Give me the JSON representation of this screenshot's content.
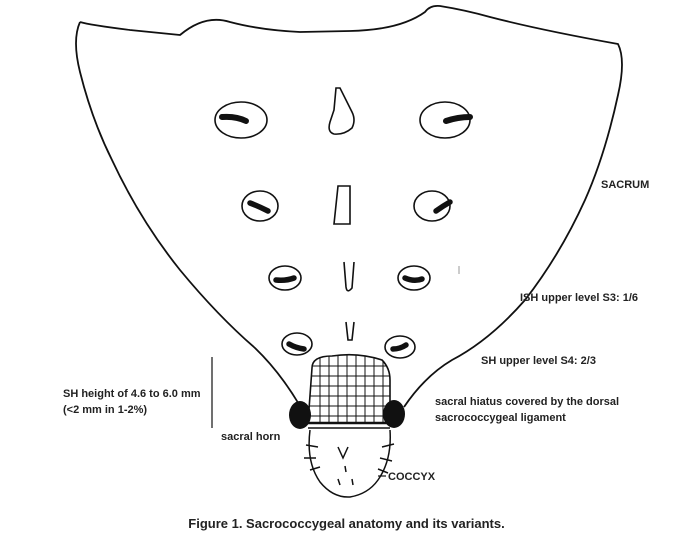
{
  "labels": {
    "sacrum": "SACRUM",
    "ish_level": "ISH upper level S3: 1/6",
    "sh_level": "SH upper level S4: 2/3",
    "sh_height_line1": "SH height of 4.6 to 6.0 mm",
    "sh_height_line2": "(<2 mm in 1-2%)",
    "sacral_horn": "sacral horn",
    "hiatus_line1": "sacral hiatus covered by the dorsal",
    "hiatus_line2": "sacrococcygeal ligament",
    "coccyx": "COCCYX"
  },
  "caption": "Figure 1. Sacrococcygeal anatomy and its variants.",
  "colors": {
    "line": "#111111",
    "background": "#ffffff"
  }
}
